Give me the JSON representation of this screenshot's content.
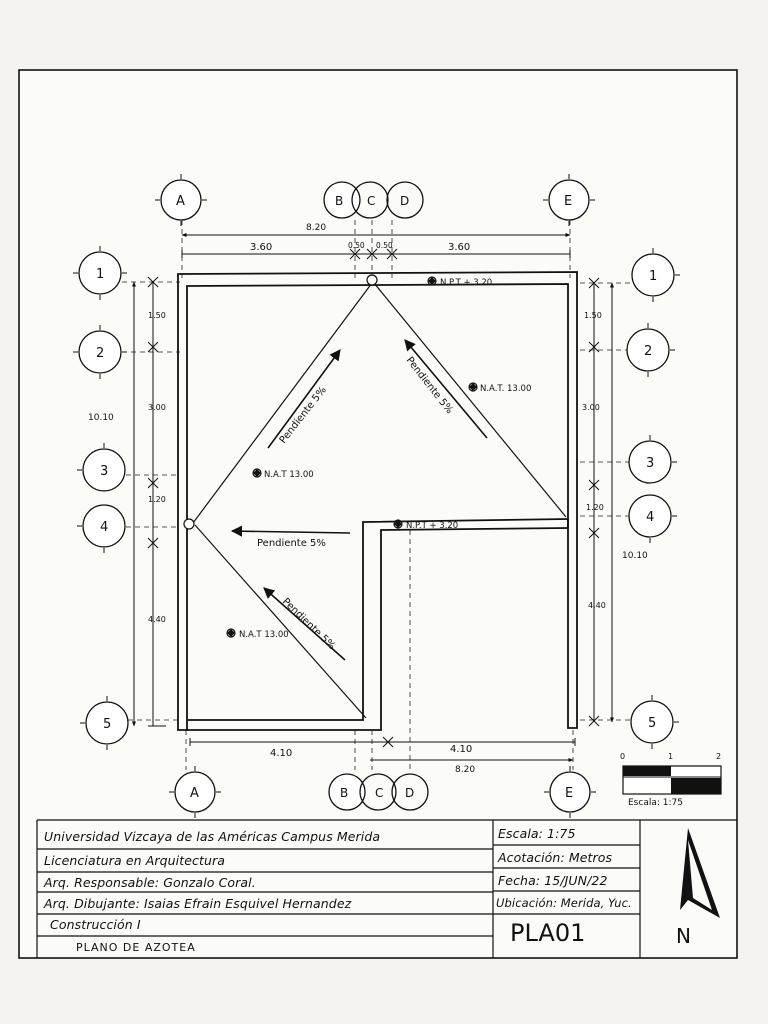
{
  "grid": {
    "columns": [
      "A",
      "B",
      "C",
      "D",
      "E"
    ],
    "rows": [
      "1",
      "2",
      "3",
      "4",
      "5"
    ]
  },
  "dimensions": {
    "top_total": "8.20",
    "top_left": "3.60",
    "top_mid1": "0.50",
    "top_mid2": "0.50",
    "top_right": "3.60",
    "bottom_left": "4.10",
    "bottom_right": "4.10",
    "bottom_total": "8.20",
    "left_total": "10.10",
    "left_seg1": "1.50",
    "left_seg2": "3.00",
    "left_seg3": "1.20",
    "left_seg4": "4.40",
    "right_total": "10.10",
    "right_seg1": "1.50",
    "right_seg2": "3.00",
    "right_seg3": "1.20",
    "right_seg4": "4.40"
  },
  "levels": {
    "npt_top": "N.P.T + 3.20",
    "nat_right": "N.A.T. 13.00",
    "nat_left": "N.A.T 13.00",
    "npt_mid": "N.P.T + 3.20",
    "nat_bottom": "N.A.T 13.00"
  },
  "slopes": {
    "s1": "Pendiente 5%",
    "s2": "Pendiente 5%",
    "s3": "Pendiente 5%",
    "s4": "Pendiente 5%"
  },
  "scale_bar": {
    "labels": [
      "0",
      "1",
      "2"
    ],
    "caption": "Escala: 1:75"
  },
  "title_block": {
    "university": "Universidad Vizcaya de las Américas Campus Merida",
    "career": "Licenciatura en Arquitectura",
    "responsible": "Arq. Responsable: Gonzalo Coral.",
    "drafter": "Arq. Dibujante: Isaias Efrain Esquivel Hernandez",
    "subject": "Construcción I",
    "plan_name": "PLANO DE AZOTEA",
    "scale": "Escala: 1:75",
    "units": "Acotación: Metros",
    "date": "Fecha: 15/JUN/22",
    "location": "Ubicación: Merida, Yuc.",
    "code": "PLA01",
    "north": "N"
  }
}
